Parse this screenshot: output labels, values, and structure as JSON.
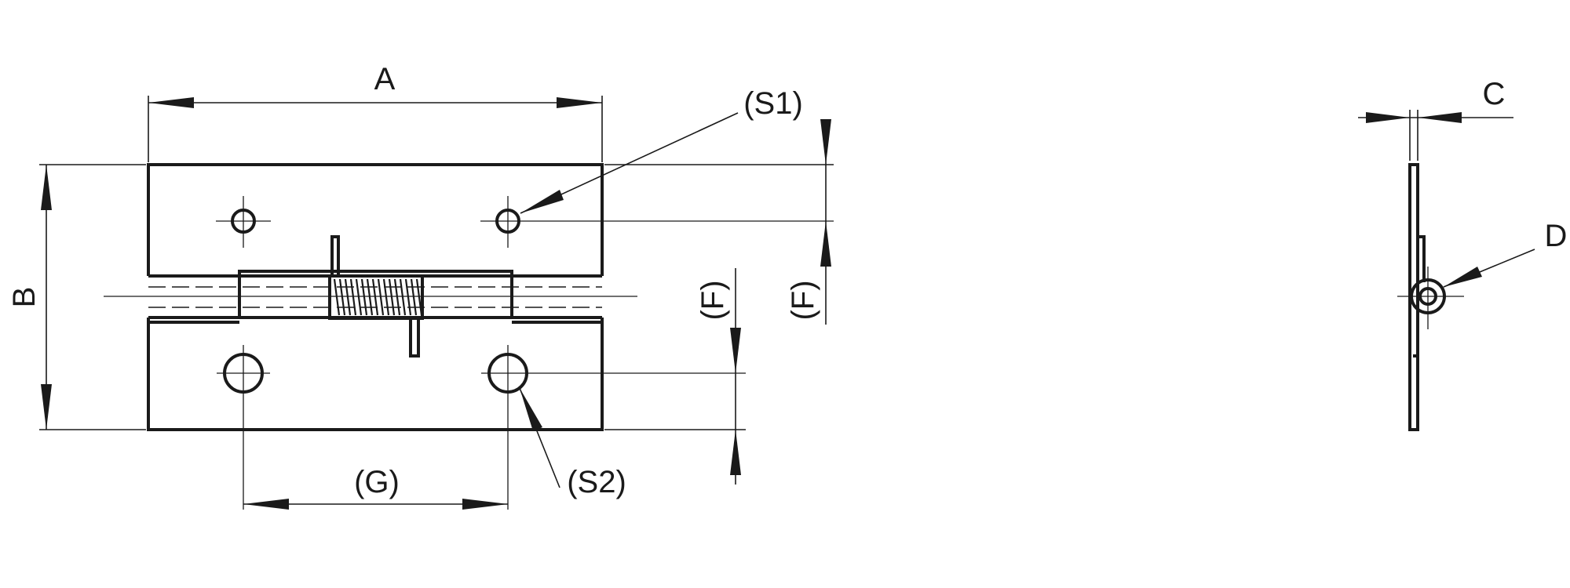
{
  "labels": {
    "dim_a": "A",
    "dim_b": "B",
    "dim_c": "C",
    "dim_d": "D",
    "dim_f_left": "(F)",
    "dim_f_right": "(F)",
    "dim_g": "(G)",
    "callout_s1": "(S1)",
    "callout_s2": "(S2)"
  }
}
